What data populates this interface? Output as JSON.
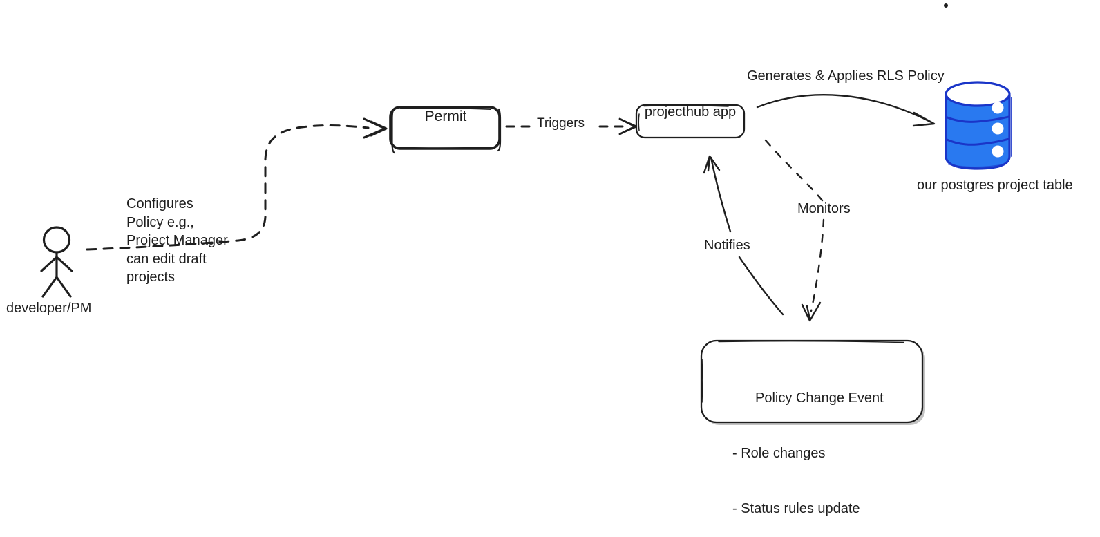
{
  "diagram": {
    "title": "RLS policy automation flow",
    "colors": {
      "ink": "#1e1e1e",
      "db_fill": "#2979f0",
      "db_stroke": "#1a35c8",
      "background": "#ffffff"
    },
    "actor": {
      "name": "developer/PM",
      "icon": "stick-figure-icon"
    },
    "nodes": [
      {
        "id": "permit",
        "label": "Permit",
        "shape": "rounded-rect",
        "style": "bold-hand-drawn"
      },
      {
        "id": "projecthub",
        "label": "projecthub app",
        "shape": "rounded-rect",
        "style": "hand-drawn"
      },
      {
        "id": "database",
        "label": "our postgres project table",
        "shape": "cylinder",
        "segments": 3
      },
      {
        "id": "policy-event",
        "shape": "rounded-rect",
        "style": "hand-drawn-shadow",
        "title": "Policy Change Event",
        "items": [
          "- Role changes",
          "- Status rules update"
        ]
      }
    ],
    "edges": [
      {
        "id": "configures",
        "from": "developer/PM",
        "to": "Permit",
        "style": "dashed",
        "label": "Configures\nPolicy e.g.,\nProject Manager\ncan edit draft\nprojects"
      },
      {
        "id": "triggers",
        "from": "Permit",
        "to": "projecthub app",
        "style": "dashed",
        "label": "Triggers"
      },
      {
        "id": "generates",
        "from": "projecthub app",
        "to": "our postgres project table",
        "style": "solid",
        "label": "Generates & Applies RLS Policy"
      },
      {
        "id": "monitors",
        "from": "projecthub app",
        "to": "Policy Change Event",
        "style": "dashed",
        "label": "Monitors"
      },
      {
        "id": "notifies",
        "from": "Policy Change Event",
        "to": "projecthub app",
        "style": "solid",
        "label": "Notifies"
      }
    ],
    "marks": [
      {
        "id": "stray-dot",
        "shape": "dot"
      }
    ]
  }
}
